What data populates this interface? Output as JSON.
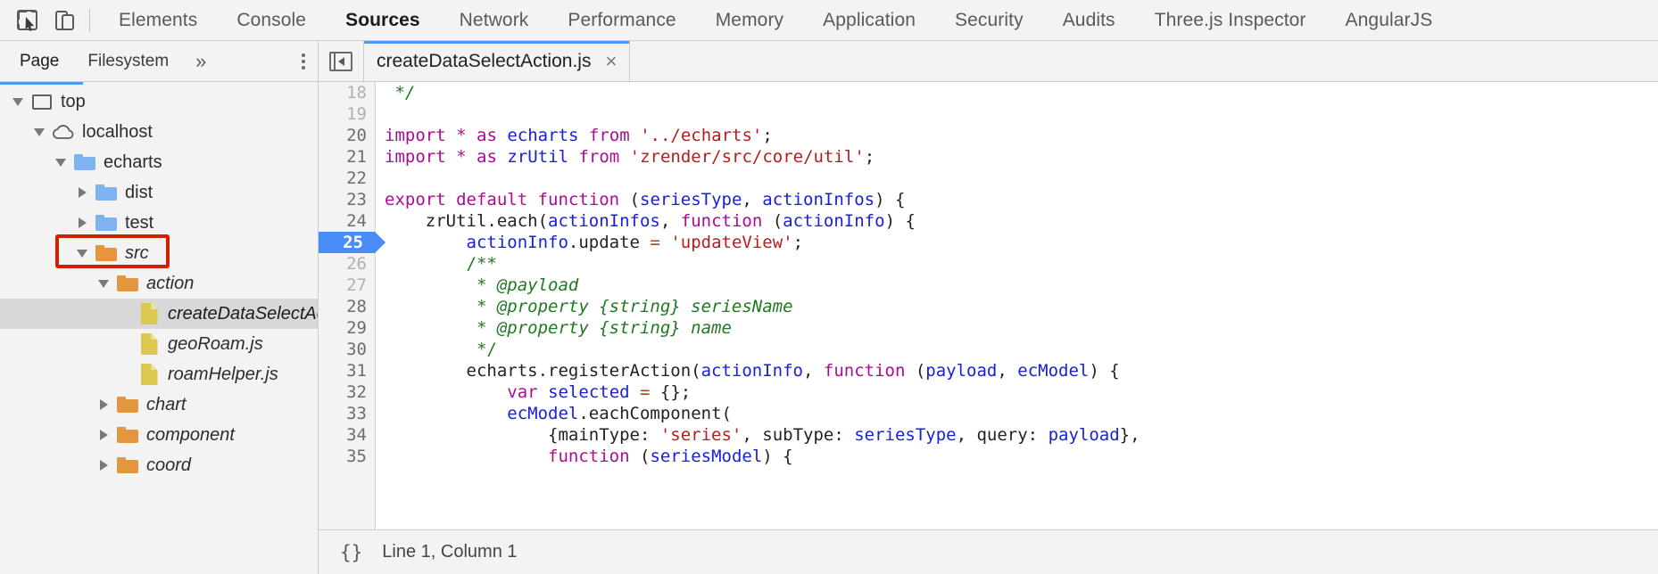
{
  "toolbar": {
    "inspect_icon": "inspect-cursor-icon",
    "device_icon": "device-toolbar-icon",
    "tabs": [
      {
        "label": "Elements",
        "selected": false
      },
      {
        "label": "Console",
        "selected": false
      },
      {
        "label": "Sources",
        "selected": true
      },
      {
        "label": "Network",
        "selected": false
      },
      {
        "label": "Performance",
        "selected": false
      },
      {
        "label": "Memory",
        "selected": false
      },
      {
        "label": "Application",
        "selected": false
      },
      {
        "label": "Security",
        "selected": false
      },
      {
        "label": "Audits",
        "selected": false
      },
      {
        "label": "Three.js Inspector",
        "selected": false
      },
      {
        "label": "AngularJS",
        "selected": false
      }
    ]
  },
  "navigator": {
    "tabs": [
      {
        "label": "Page",
        "selected": true
      },
      {
        "label": "Filesystem",
        "selected": false
      }
    ],
    "more_label": "»",
    "menu_icon": "kebab-menu-icon",
    "tree": [
      {
        "label": "top",
        "type": "frame",
        "indent": 0,
        "twisty": "down",
        "italic": false,
        "selected": false
      },
      {
        "label": "localhost",
        "type": "cloud",
        "indent": 1,
        "twisty": "down",
        "italic": false,
        "selected": false
      },
      {
        "label": "echarts",
        "type": "folder-blue",
        "indent": 2,
        "twisty": "down",
        "italic": false,
        "selected": false
      },
      {
        "label": "dist",
        "type": "folder-blue",
        "indent": 3,
        "twisty": "right",
        "italic": false,
        "selected": false
      },
      {
        "label": "test",
        "type": "folder-blue",
        "indent": 3,
        "twisty": "right",
        "italic": false,
        "selected": false
      },
      {
        "label": "src",
        "type": "folder-orange",
        "indent": 3,
        "twisty": "down",
        "italic": true,
        "selected": false,
        "highlighted": true
      },
      {
        "label": "action",
        "type": "folder-orange",
        "indent": 4,
        "twisty": "down",
        "italic": true,
        "selected": false
      },
      {
        "label": "createDataSelectAction.js",
        "type": "file",
        "indent": 5,
        "twisty": "none",
        "italic": true,
        "selected": true
      },
      {
        "label": "geoRoam.js",
        "type": "file",
        "indent": 5,
        "twisty": "none",
        "italic": true,
        "selected": false
      },
      {
        "label": "roamHelper.js",
        "type": "file",
        "indent": 5,
        "twisty": "none",
        "italic": true,
        "selected": false
      },
      {
        "label": "chart",
        "type": "folder-orange",
        "indent": 4,
        "twisty": "right",
        "italic": true,
        "selected": false
      },
      {
        "label": "component",
        "type": "folder-orange",
        "indent": 4,
        "twisty": "right",
        "italic": true,
        "selected": false
      },
      {
        "label": "coord",
        "type": "folder-orange",
        "indent": 4,
        "twisty": "right",
        "italic": true,
        "selected": false
      }
    ],
    "highlight_color": "#cc2200"
  },
  "editor": {
    "collapse_icon": "collapse-sidebar-icon",
    "tab": {
      "filename": "createDataSelectAction.js",
      "close_label": "×"
    },
    "first_visible_line": 18,
    "breakpoint_line": 25,
    "executed_lines": [
      28,
      29,
      30,
      31,
      32,
      33,
      34,
      35
    ],
    "lines": [
      {
        "n": 18,
        "tokens": [
          {
            "t": "com",
            "s": " */"
          }
        ]
      },
      {
        "n": 19,
        "tokens": []
      },
      {
        "n": 20,
        "tokens": [
          {
            "t": "kw",
            "s": "import"
          },
          {
            "t": "pl",
            "s": " "
          },
          {
            "t": "kw",
            "s": "*"
          },
          {
            "t": "pl",
            "s": " "
          },
          {
            "t": "kw",
            "s": "as"
          },
          {
            "t": "pl",
            "s": " "
          },
          {
            "t": "id",
            "s": "echarts"
          },
          {
            "t": "pl",
            "s": " "
          },
          {
            "t": "kw",
            "s": "from"
          },
          {
            "t": "pl",
            "s": " "
          },
          {
            "t": "str",
            "s": "'../echarts'"
          },
          {
            "t": "pl",
            "s": ";"
          }
        ]
      },
      {
        "n": 21,
        "tokens": [
          {
            "t": "kw",
            "s": "import"
          },
          {
            "t": "pl",
            "s": " "
          },
          {
            "t": "kw",
            "s": "*"
          },
          {
            "t": "pl",
            "s": " "
          },
          {
            "t": "kw",
            "s": "as"
          },
          {
            "t": "pl",
            "s": " "
          },
          {
            "t": "id",
            "s": "zrUtil"
          },
          {
            "t": "pl",
            "s": " "
          },
          {
            "t": "kw",
            "s": "from"
          },
          {
            "t": "pl",
            "s": " "
          },
          {
            "t": "str",
            "s": "'zrender/src/core/util'"
          },
          {
            "t": "pl",
            "s": ";"
          }
        ]
      },
      {
        "n": 22,
        "tokens": []
      },
      {
        "n": 23,
        "tokens": [
          {
            "t": "kw",
            "s": "export default function"
          },
          {
            "t": "pl",
            "s": " ("
          },
          {
            "t": "id",
            "s": "seriesType"
          },
          {
            "t": "pl",
            "s": ", "
          },
          {
            "t": "id",
            "s": "actionInfos"
          },
          {
            "t": "pl",
            "s": ") {"
          }
        ]
      },
      {
        "n": 24,
        "tokens": [
          {
            "t": "pl",
            "s": "    zrUtil.each("
          },
          {
            "t": "id",
            "s": "actionInfos"
          },
          {
            "t": "pl",
            "s": ", "
          },
          {
            "t": "kw",
            "s": "function"
          },
          {
            "t": "pl",
            "s": " ("
          },
          {
            "t": "id",
            "s": "actionInfo"
          },
          {
            "t": "pl",
            "s": ") {"
          }
        ]
      },
      {
        "n": 25,
        "tokens": [
          {
            "t": "pl",
            "s": "        "
          },
          {
            "t": "id",
            "s": "actionInfo"
          },
          {
            "t": "pl",
            "s": ".update "
          },
          {
            "t": "op",
            "s": "="
          },
          {
            "t": "pl",
            "s": " "
          },
          {
            "t": "str",
            "s": "'updateView'"
          },
          {
            "t": "pl",
            "s": ";"
          }
        ]
      },
      {
        "n": 26,
        "tokens": [
          {
            "t": "com-p",
            "s": "        /**"
          }
        ]
      },
      {
        "n": 27,
        "tokens": [
          {
            "t": "com",
            "s": "         * @payload"
          }
        ]
      },
      {
        "n": 28,
        "tokens": [
          {
            "t": "com",
            "s": "         * @property {string} seriesName"
          }
        ]
      },
      {
        "n": 29,
        "tokens": [
          {
            "t": "com",
            "s": "         * @property {string} name"
          }
        ]
      },
      {
        "n": 30,
        "tokens": [
          {
            "t": "com-p",
            "s": "         */"
          }
        ]
      },
      {
        "n": 31,
        "tokens": [
          {
            "t": "pl",
            "s": "        echarts.registerAction("
          },
          {
            "t": "id",
            "s": "actionInfo"
          },
          {
            "t": "pl",
            "s": ", "
          },
          {
            "t": "kw",
            "s": "function"
          },
          {
            "t": "pl",
            "s": " ("
          },
          {
            "t": "id",
            "s": "payload"
          },
          {
            "t": "pl",
            "s": ", "
          },
          {
            "t": "id",
            "s": "ecModel"
          },
          {
            "t": "pl",
            "s": ") {"
          }
        ]
      },
      {
        "n": 32,
        "tokens": [
          {
            "t": "pl",
            "s": "            "
          },
          {
            "t": "kw",
            "s": "var"
          },
          {
            "t": "pl",
            "s": " "
          },
          {
            "t": "id",
            "s": "selected"
          },
          {
            "t": "pl",
            "s": " "
          },
          {
            "t": "op",
            "s": "="
          },
          {
            "t": "pl",
            "s": " {};"
          }
        ]
      },
      {
        "n": 33,
        "tokens": [
          {
            "t": "pl",
            "s": "            "
          },
          {
            "t": "id",
            "s": "ecModel"
          },
          {
            "t": "pl",
            "s": ".eachComponent("
          }
        ]
      },
      {
        "n": 34,
        "tokens": [
          {
            "t": "pl",
            "s": "                {mainType: "
          },
          {
            "t": "str",
            "s": "'series'"
          },
          {
            "t": "pl",
            "s": ", subType: "
          },
          {
            "t": "id",
            "s": "seriesType"
          },
          {
            "t": "pl",
            "s": ", query: "
          },
          {
            "t": "id",
            "s": "payload"
          },
          {
            "t": "pl",
            "s": "},"
          }
        ]
      },
      {
        "n": 35,
        "tokens": [
          {
            "t": "pl",
            "s": "                "
          },
          {
            "t": "kw",
            "s": "function"
          },
          {
            "t": "pl",
            "s": " ("
          },
          {
            "t": "id",
            "s": "seriesModel"
          },
          {
            "t": "pl",
            "s": ") {"
          }
        ]
      }
    ]
  },
  "statusbar": {
    "pretty_print_label": "{}",
    "position_text": "Line 1, Column 1"
  }
}
